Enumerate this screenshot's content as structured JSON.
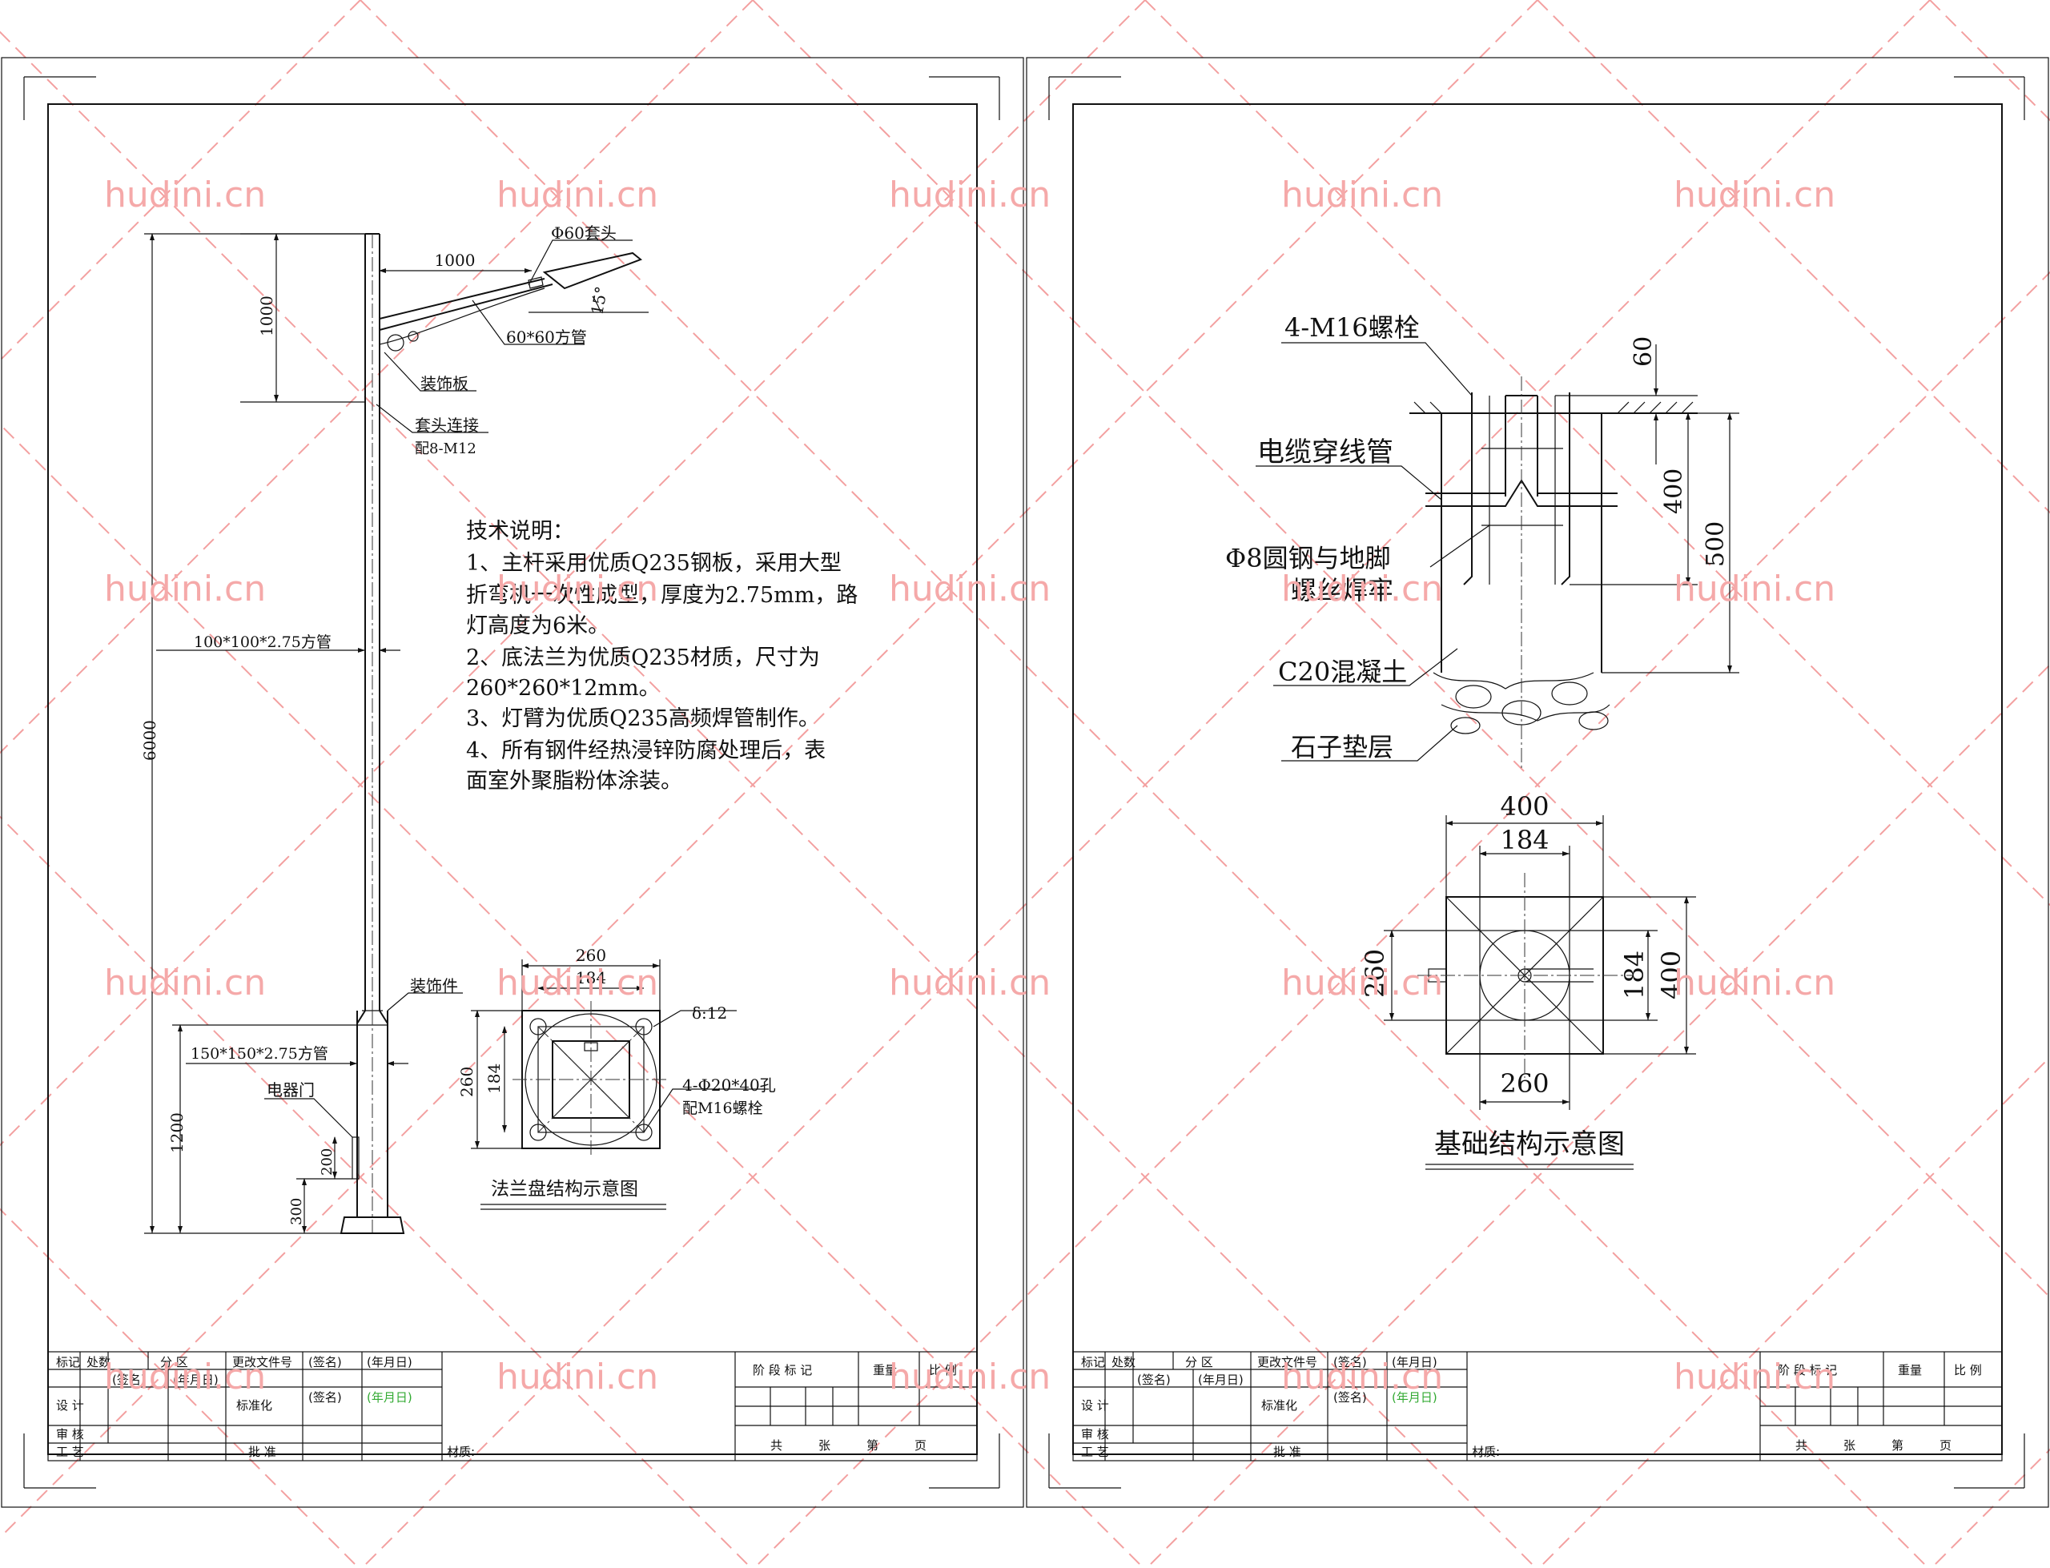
{
  "watermark": "hudini.cn",
  "left_sheet": {
    "arm": {
      "length": "1000",
      "rise": "1000",
      "head": "Φ60套头",
      "angle": "15°",
      "tube": "60*60方管"
    },
    "labels": {
      "deco_plate": "装饰板",
      "joint": "套头连接",
      "joint_bolts": "配8-M12",
      "main_tube": "100*100*2.75方管",
      "lower_deco": "装饰件",
      "lower_tube": "150*150*2.75方管",
      "door": "电器门"
    },
    "dims": {
      "height": "6000",
      "lower": "1200",
      "door_h": "200",
      "door_base": "300"
    },
    "notes": [
      "技术说明：",
      "1、主杆采用优质Q235钢板，采用大型",
      "折弯机一次性成型，厚度为2.75mm，路",
      "灯高度为6米。",
      "2、底法兰为优质Q235材质，尺寸为",
      "260*260*12mm。",
      "3、灯臂为优质Q235高频焊管制作。",
      "4、所有钢件经热浸锌防腐处理后，表",
      "面室外聚脂粉体涂装。"
    ],
    "flange": {
      "w260": "260",
      "w184": "184",
      "h260": "260",
      "h184": "184",
      "thickness": "δ:12",
      "holes": "4-Φ20*40孔",
      "bolts": "配M16螺栓",
      "caption": "法兰盘结构示意图"
    }
  },
  "right_sheet": {
    "section": {
      "bolts": "4-M16螺栓",
      "cable": "电缆穿线管",
      "rebar1": "Φ8圆钢与地脚",
      "rebar2": "螺丝焊牢",
      "concrete": "C20混凝土",
      "gravel": "石子垫层",
      "d60": "60",
      "d400": "400",
      "d500": "500"
    },
    "plan": {
      "top400": "400",
      "top184": "184",
      "left260": "260",
      "right184": "184",
      "right400": "400",
      "bottom260": "260",
      "caption": "基础结构示意图"
    }
  },
  "title_block": {
    "r1": [
      "标记",
      "处数",
      "分 区",
      "更改文件号",
      "(签名)",
      "(年月日)"
    ],
    "r2": [
      "设 计",
      "(签名)",
      "(年月日)",
      "标准化",
      "(签名)",
      "(年月日)"
    ],
    "r3": "审 核",
    "r4": [
      "工 艺",
      "批 准"
    ],
    "material": "材质:",
    "stage": "阶 段 标 记",
    "weight": "重量",
    "scale": "比 例",
    "pages": [
      "共",
      "张",
      "第",
      "页"
    ]
  }
}
